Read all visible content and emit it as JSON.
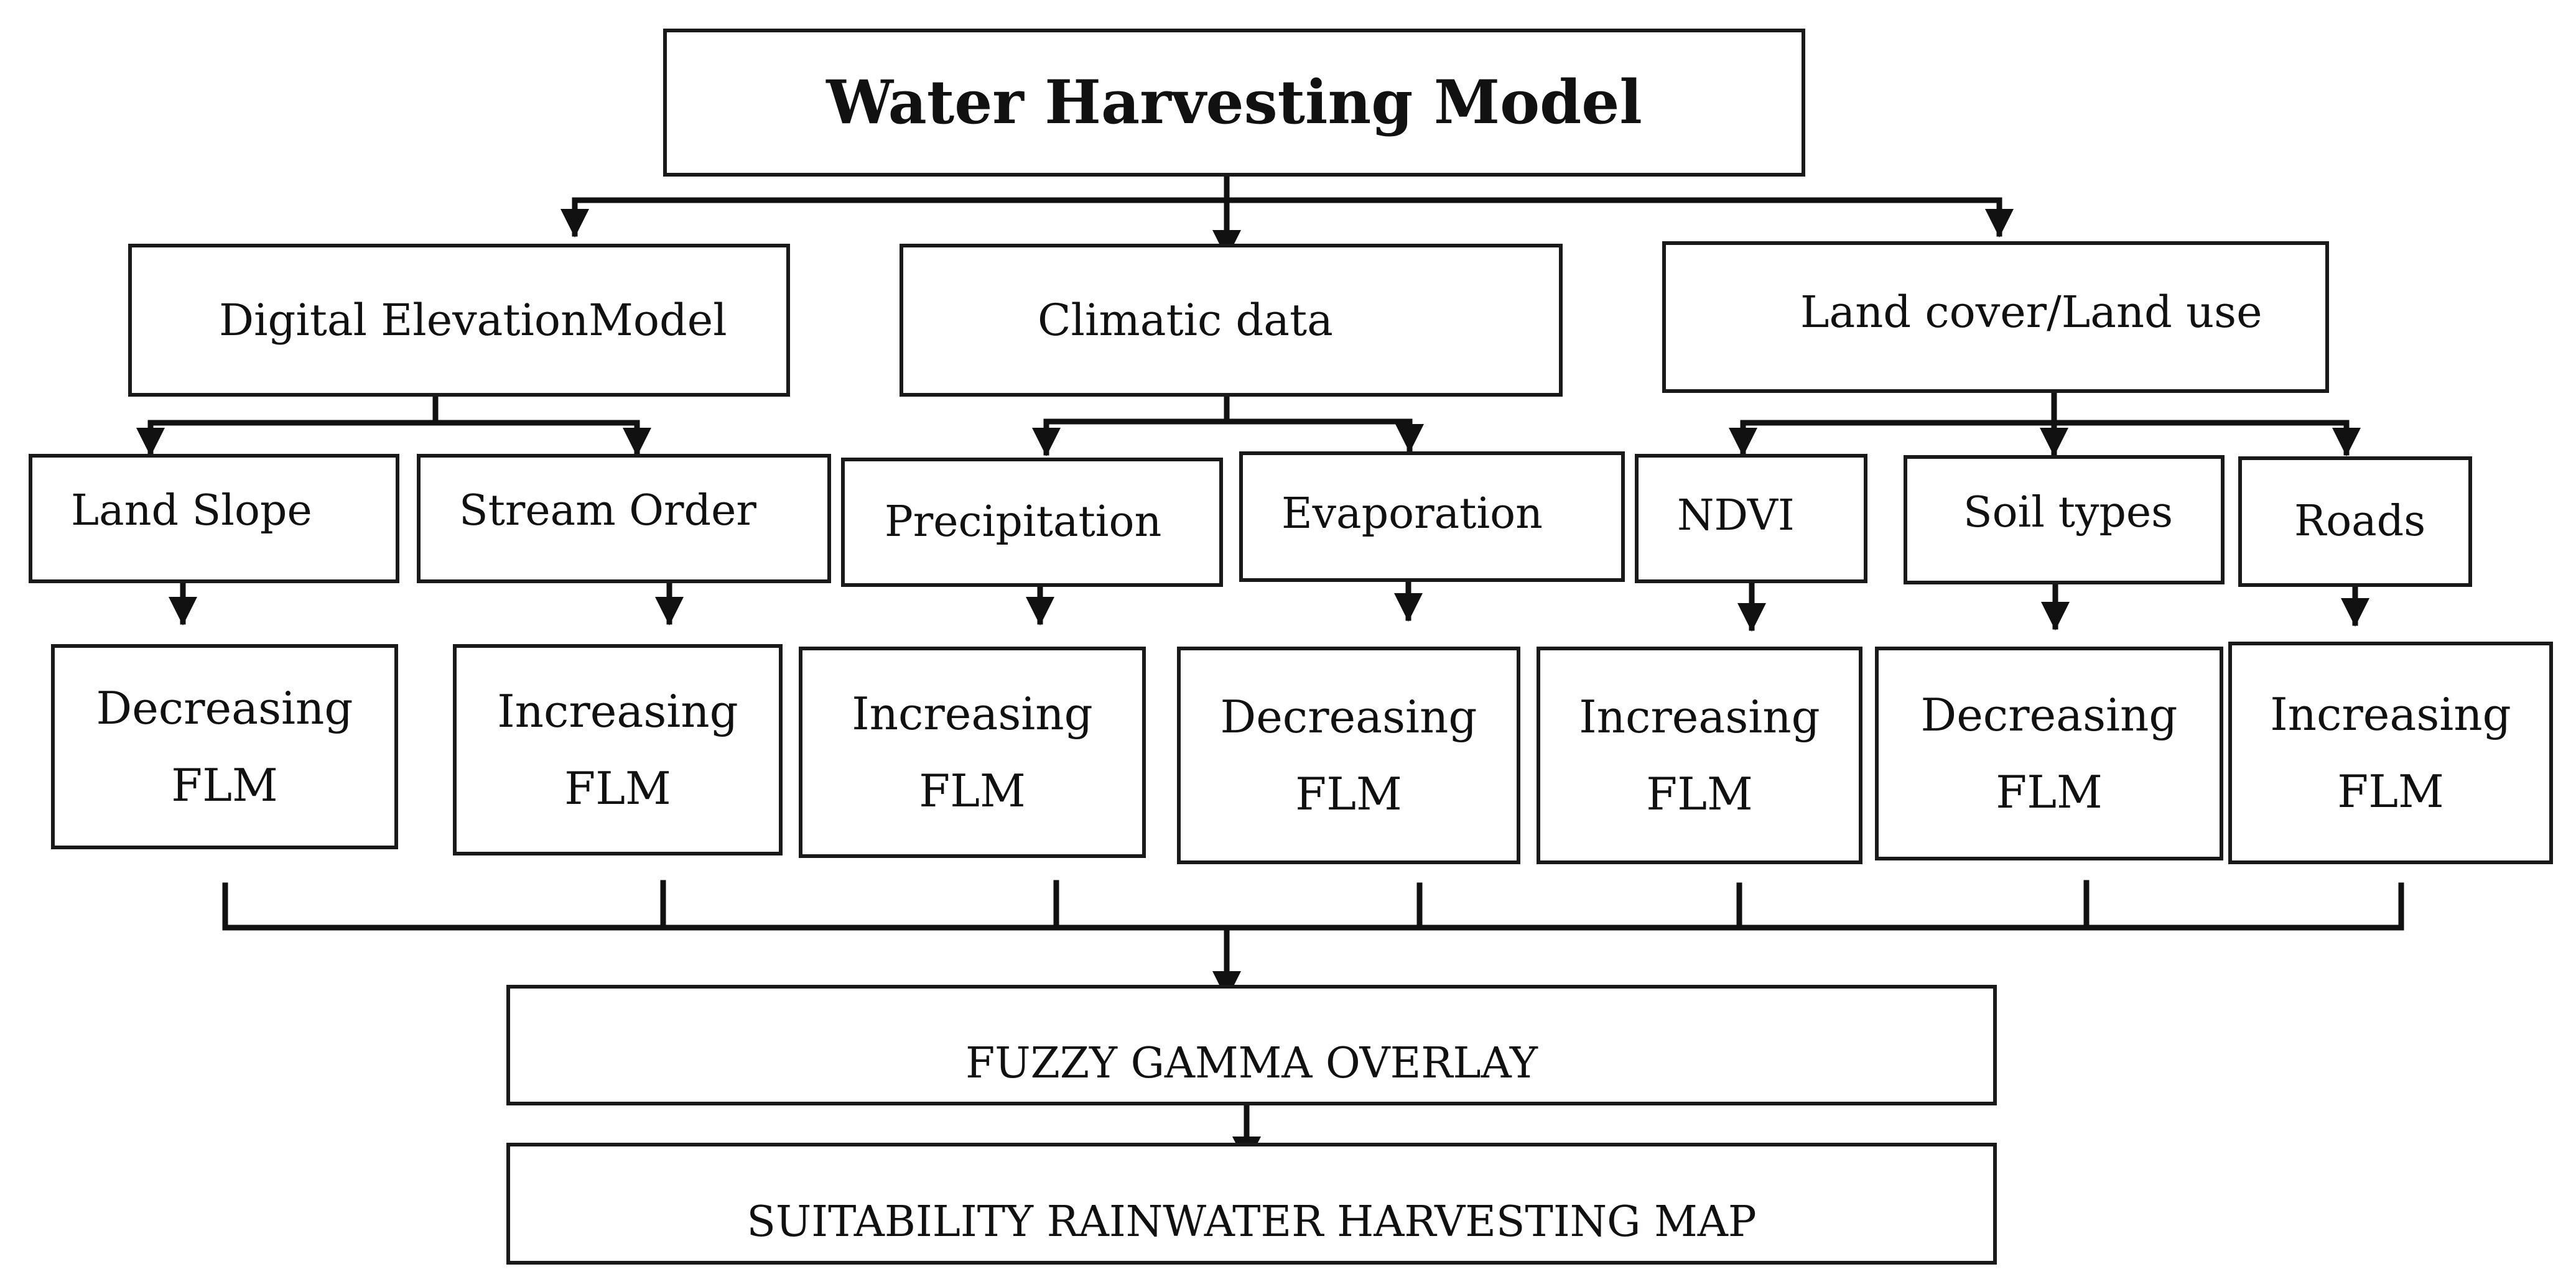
{
  "title": "Water Harvesting Model",
  "sources": [
    {
      "label": "Digital ElevationModel"
    },
    {
      "label": "Climatic data"
    },
    {
      "label": "Land cover/Land use"
    }
  ],
  "factors": [
    {
      "label": "Land Slope",
      "membership": "Decreasing",
      "function": "FLM"
    },
    {
      "label": "Stream Order",
      "membership": "Increasing",
      "function": "FLM"
    },
    {
      "label": "Precipitation",
      "membership": "Increasing",
      "function": "FLM"
    },
    {
      "label": "Evaporation",
      "membership": "Decreasing",
      "function": "FLM"
    },
    {
      "label": "NDVI",
      "membership": "Increasing",
      "function": "FLM"
    },
    {
      "label": "Soil types",
      "membership": "Decreasing",
      "function": "FLM"
    },
    {
      "label": "Roads",
      "membership": "Increasing",
      "function": "FLM"
    }
  ],
  "overlay": "FUZZY GAMMA OVERLAY",
  "output": "SUITABILITY RAINWATER HARVESTING MAP",
  "colors": {
    "line": "#111111",
    "box_border": "#1a1a1a",
    "text": "#111111",
    "background": "#ffffff"
  }
}
